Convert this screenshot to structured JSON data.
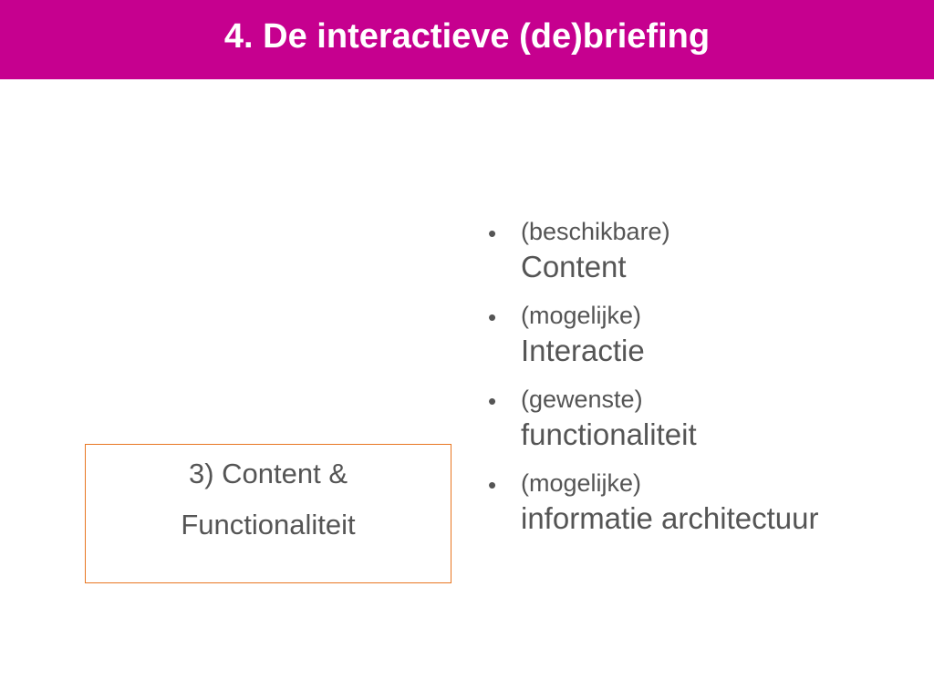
{
  "slide": {
    "title": "4. De interactieve (de)briefing",
    "colors": {
      "title_bar": "#c6008f",
      "title_text": "#ffffff",
      "box_border": "#e87722",
      "body_text": "#555555"
    },
    "box": {
      "line1": "3) Content &",
      "line2": "Functionaliteit"
    },
    "bullets": [
      {
        "small": "(beschikbare)",
        "large": "Content"
      },
      {
        "small": "(mogelijke)",
        "large": "Interactie"
      },
      {
        "small": "(gewenste)",
        "large": "functionaliteit"
      },
      {
        "small": "(mogelijke)",
        "large": "informatie architectuur"
      }
    ],
    "bullet_symbol": "•"
  }
}
